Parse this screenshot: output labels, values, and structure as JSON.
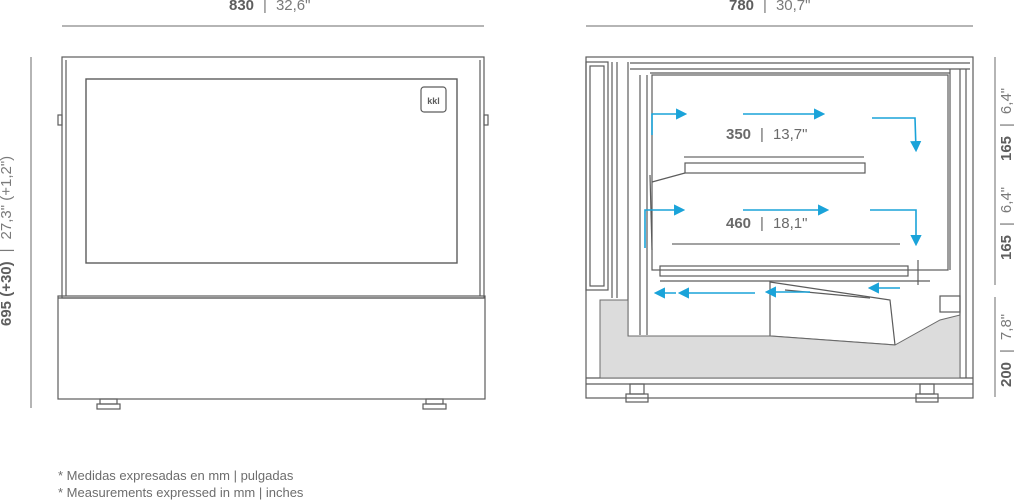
{
  "dimensions": {
    "front_width": {
      "mm": "830",
      "inch": "32,6\""
    },
    "side_depth": {
      "mm": "780",
      "inch": "30,7\""
    },
    "total_height": {
      "mm": "695 (+30)",
      "inch": "27,3\" (+1,2\")"
    },
    "upper_gap": {
      "mm": "165",
      "inch": "6,4\""
    },
    "middle_gap": {
      "mm": "165",
      "inch": "6,4\""
    },
    "base_height": {
      "mm": "200",
      "inch": "7,8\""
    }
  },
  "shelves": {
    "upper": {
      "mm": "350",
      "inch": "13,7\""
    },
    "lower": {
      "mm": "460",
      "inch": "18,1\""
    }
  },
  "logo": {
    "text": "kkl"
  },
  "notes": {
    "spanish": "* Medidas expresadas en mm  |  pulgadas",
    "english": "* Measurements expressed in mm  |  inches"
  },
  "colors": {
    "line": "#6b6b6b",
    "airflow": "#1aa3d9",
    "fill": "#dcdcdc"
  }
}
